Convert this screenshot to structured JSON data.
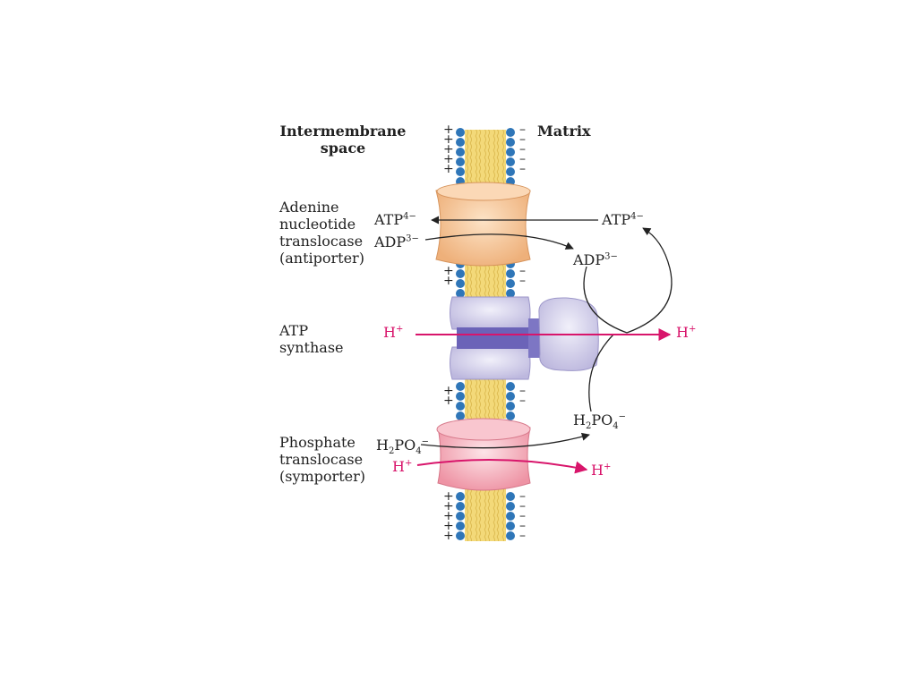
{
  "labels": {
    "intermembrane": "Intermembrane\nspace",
    "matrix": "Matrix",
    "antiporter": "Adenine\nnucleotide\ntranslocase\n(antiporter)",
    "synthase": "ATP\nsynthase",
    "symporter": "Phosphate\ntranslocase\n(symporter)"
  },
  "species": {
    "atp": {
      "base": "ATP",
      "charge": "4−"
    },
    "adp": {
      "base": "ADP",
      "charge": "3−"
    },
    "proton": {
      "base": "H",
      "charge": "+"
    },
    "phosphate": {
      "part1": "H",
      "sub1": "2",
      "part2": "PO",
      "sub2": "4",
      "sup2": "−"
    }
  },
  "membrane": {
    "outer_sign": "+",
    "inner_sign": "–"
  },
  "colors": {
    "proton": "#d8156b",
    "antiporter": "#f6c89a",
    "synthase": "#c9c5e6",
    "synthase_core": "#6b63b8",
    "symporter": "#f3a7b3",
    "lipid_head": "#2f76b8",
    "lipid_tail": "#f3d979"
  }
}
